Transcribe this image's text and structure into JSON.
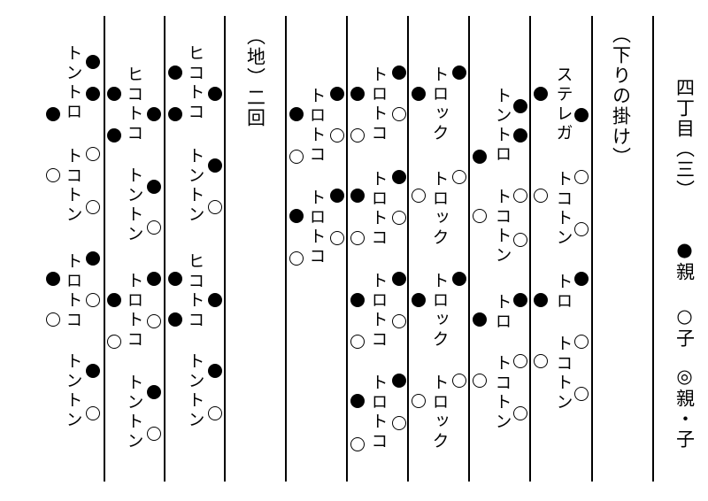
{
  "header": {
    "title": "四丁目（三）",
    "legend_parent": "●親",
    "legend_child": "○子",
    "legend_both": "◎親・子"
  },
  "labels": {
    "kudari": "（下りの掛け）",
    "ji": "（地）二回"
  },
  "texts": {
    "t01": "ステレガ",
    "t02": "トコトン",
    "t03": "トロ",
    "t04": "トコトン",
    "t05": "トントロ",
    "t06": "トコトン",
    "t07": "トロ",
    "t08": "トコトン",
    "t09": "トロック",
    "t10": "トロック",
    "t11": "トロック",
    "t12": "トロック",
    "t13": "トロトコ",
    "t14": "トロトコ",
    "t15": "トロトコ",
    "t16": "トロトコ",
    "t17": "トロトコ",
    "t18": "トロトコ",
    "t19": "ヒコトコ",
    "t20": "トントン",
    "t21": "ヒコトコ",
    "t22": "トントン",
    "t23": "ヒコトコ",
    "t24": "トントン",
    "t25": "トロトコ",
    "t26": "トントン",
    "t27": "トントロ",
    "t28": "トコトン",
    "t29": "トロトコ",
    "t30": "トントン"
  },
  "colors": {
    "ink": "#000000",
    "paper": "#ffffff"
  }
}
